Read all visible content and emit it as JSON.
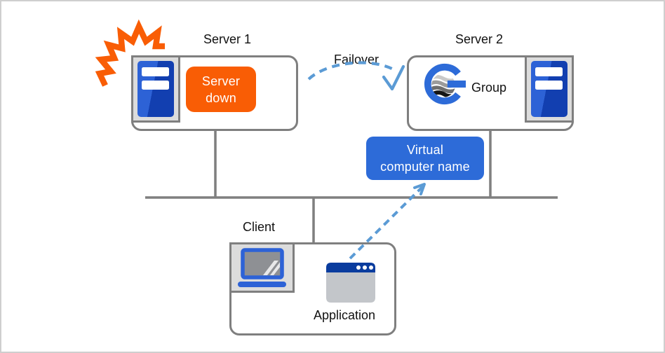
{
  "diagram": {
    "server1": {
      "label": "Server 1"
    },
    "server2": {
      "label": "Server 2"
    },
    "failover": {
      "label": "Failover"
    },
    "group": {
      "label": "Group"
    },
    "client": {
      "label": "Client"
    },
    "application": {
      "label": "Application"
    },
    "server_down": {
      "line1": "Server",
      "line2": "down"
    },
    "virtual_computer_name": {
      "line1": "Virtual",
      "line2": "computer name"
    }
  },
  "colors": {
    "connector_gray": "#7f7f7f",
    "alert_orange": "#f95d05",
    "node_blue": "#2d6bd8",
    "dashed_arrow_blue": "#5b9bd5",
    "titlebar_navy": "#0a3c9e",
    "icon_bg_gray": "#dcdcdc"
  },
  "icons": {
    "server1": "server-tower-icon",
    "server2": "server-tower-icon",
    "crash": "crash-burst-icon",
    "group": "group-logo-icon",
    "client": "laptop-icon",
    "application": "app-window-icon"
  }
}
